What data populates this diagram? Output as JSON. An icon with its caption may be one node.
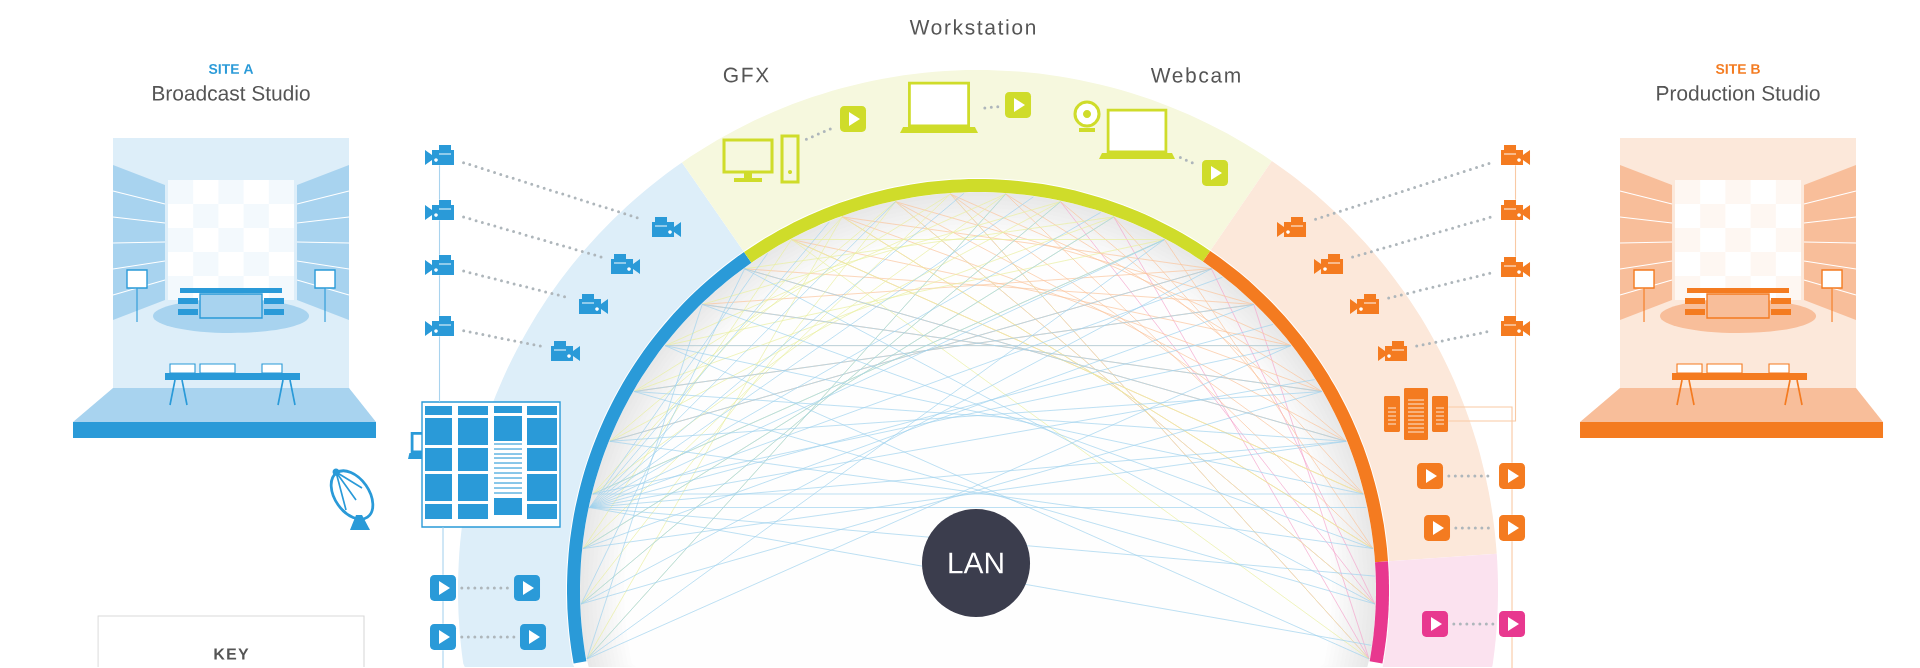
{
  "diagram": {
    "nodes": [
      {
        "text": [
          "SITE A",
          "Broadcast Studio"
        ]
      },
      {
        "text": [
          "SITE B",
          "Production Studio"
        ]
      },
      {
        "text": [
          "GFX"
        ]
      },
      {
        "text": [
          "Workstation"
        ]
      },
      {
        "text": [
          "Webcam"
        ]
      },
      {
        "text": [
          "LAN"
        ]
      },
      {
        "text": [
          "KEY"
        ]
      },
      {
        "text": [],
        "shape": "picture"
      },
      {
        "text": [],
        "shape": "picture"
      },
      {
        "text": [],
        "shape": "picture"
      },
      {
        "text": [],
        "shape": "picture"
      },
      {
        "text": [],
        "shape": "picture"
      },
      {
        "text": [],
        "shape": "picture"
      },
      {
        "text": [],
        "shape": "picture"
      },
      {
        "text": [],
        "shape": "picture"
      },
      {
        "text": [],
        "shape": "picture"
      },
      {
        "text": [],
        "shape": "picture"
      },
      {
        "text": [],
        "shape": "picture"
      },
      {
        "text": [],
        "shape": "picture"
      },
      {
        "text": [],
        "shape": "picture"
      },
      {
        "text": [],
        "shape": "picture"
      },
      {
        "text": [],
        "shape": "picture"
      },
      {
        "text": [],
        "shape": "picture"
      },
      {
        "text": [],
        "shape": "picture"
      },
      {
        "text": [],
        "shape": "picture"
      },
      {
        "text": [],
        "shape": "picture"
      },
      {
        "text": [],
        "shape": "picture"
      },
      {
        "text": [],
        "shape": "picture"
      },
      {
        "text": [],
        "shape": "picture"
      },
      {
        "text": [],
        "shape": "picture"
      },
      {
        "text": [],
        "shape": "picture"
      },
      {
        "text": [],
        "shape": "picture"
      },
      {
        "text": [],
        "shape": "picture"
      },
      {
        "text": [],
        "shape": "picture"
      },
      {
        "text": [],
        "shape": "picture"
      },
      {
        "text": [],
        "shape": "picture"
      },
      {
        "text": [],
        "shape": "picture"
      },
      {
        "text": [],
        "shape": "picture"
      }
    ],
    "edges": [
      {
        "from": 7,
        "to": 11,
        "arrow": "none",
        "style": "dashed"
      },
      {
        "from": 8,
        "to": 12,
        "arrow": "none",
        "style": "dashed"
      },
      {
        "from": 9,
        "to": 13,
        "arrow": "none",
        "style": "dashed"
      },
      {
        "from": 10,
        "to": 14,
        "arrow": "none",
        "style": "dashed"
      },
      {
        "from": 15,
        "to": 17,
        "arrow": "none",
        "style": "dashed"
      },
      {
        "from": 16,
        "to": 18,
        "arrow": "none",
        "style": "dashed"
      },
      {
        "from": 2,
        "to": 19,
        "arrow": "none",
        "style": "dashed"
      },
      {
        "from": 3,
        "to": 20,
        "arrow": "none",
        "style": "dashed"
      },
      {
        "from": 4,
        "to": 21,
        "arrow": "none",
        "style": "dashed"
      },
      {
        "from": 22,
        "to": 26,
        "arrow": "none",
        "style": "dashed"
      },
      {
        "from": 23,
        "to": 27,
        "arrow": "none",
        "style": "dashed"
      },
      {
        "from": 24,
        "to": 28,
        "arrow": "none",
        "style": "dashed"
      },
      {
        "from": 25,
        "to": 29,
        "arrow": "none",
        "style": "dashed"
      },
      {
        "from": 30,
        "to": 32,
        "arrow": "none",
        "style": "dashed"
      },
      {
        "from": 31,
        "to": 33,
        "arrow": "none",
        "style": "dashed"
      },
      {
        "from": 34,
        "to": 35,
        "arrow": "none",
        "style": "dashed"
      },
      {
        "from": 7,
        "to": 8,
        "arrow": "none",
        "color": "#a9d3ee"
      },
      {
        "from": 8,
        "to": 9,
        "arrow": "none",
        "color": "#a9d3ee"
      },
      {
        "from": 9,
        "to": 10,
        "arrow": "none",
        "color": "#a9d3ee"
      },
      {
        "from": 10,
        "to": 36,
        "arrow": "none",
        "color": "#a9d3ee"
      },
      {
        "from": 36,
        "to": 15,
        "arrow": "none",
        "color": "#a9d3ee"
      },
      {
        "from": 15,
        "to": 16,
        "arrow": "none",
        "color": "#a9d3ee"
      },
      {
        "from": 16,
        "to": null,
        "arrow": "none",
        "color": "#a9d3ee"
      },
      {
        "from": 26,
        "to": 27,
        "arrow": "none",
        "color": "#f9c9a4"
      },
      {
        "from": 27,
        "to": 28,
        "arrow": "none",
        "color": "#f9c9a4"
      },
      {
        "from": 28,
        "to": 29,
        "arrow": "none",
        "color": "#f9c9a4"
      },
      {
        "from": 29,
        "to": 37,
        "arrow": "none",
        "color": "#f9c9a4"
      },
      {
        "from": 37,
        "to": 32,
        "arrow": "none",
        "color": "#f9c9a4"
      },
      {
        "from": 32,
        "to": 33,
        "arrow": "none",
        "color": "#f9c9a4"
      },
      {
        "from": 33,
        "to": 35,
        "arrow": "none",
        "color": "#f9c9a4"
      },
      {
        "from": 35,
        "to": null,
        "arrow": "none",
        "color": "#f9c9a4"
      }
    ]
  }
}
